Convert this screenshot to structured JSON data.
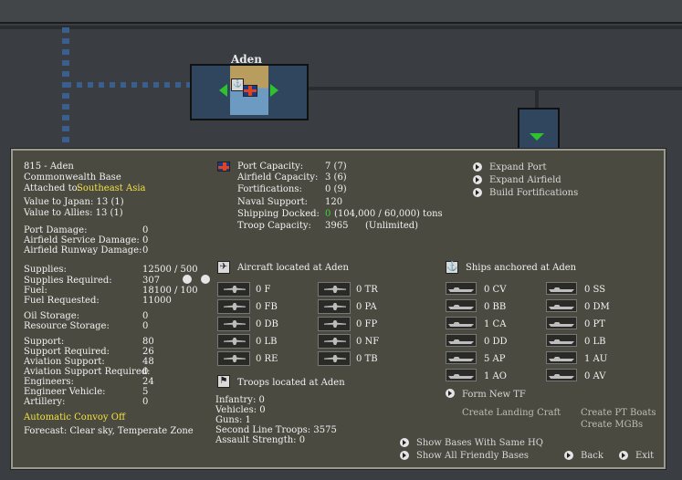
{
  "map": {
    "base_name": "Aden"
  },
  "base": {
    "id_name": "815 - Aden",
    "type": "Commonwealth Base",
    "attached_label": "Attached to:",
    "attached_value": "Southeast Asia",
    "value_japan": "Value to Japan: 13 (1)",
    "value_allies": "Value to Allies: 13 (1)"
  },
  "damage": [
    {
      "label": "Port Damage:",
      "value": "0"
    },
    {
      "label": "Airfield Service Damage:",
      "value": "0"
    },
    {
      "label": "Airfield Runway Damage:",
      "value": "0"
    }
  ],
  "supplies": [
    {
      "label": "Supplies:",
      "value": "12500 / 500"
    },
    {
      "label": "Supplies Required:",
      "value": "307"
    },
    {
      "label": "Fuel:",
      "value": "18100 / 100"
    },
    {
      "label": "Fuel Requested:",
      "value": "11000"
    }
  ],
  "storage": [
    {
      "label": "Oil Storage:",
      "value": "0"
    },
    {
      "label": "Resource Storage:",
      "value": "0"
    }
  ],
  "support": [
    {
      "label": "Support:",
      "value": "80"
    },
    {
      "label": "Support Required:",
      "value": "26"
    },
    {
      "label": "Aviation Support:",
      "value": "48"
    },
    {
      "label": "Aviation Support Required:",
      "value": "0"
    },
    {
      "label": "Engineers:",
      "value": "24"
    },
    {
      "label": "Engineer Vehicle:",
      "value": "5"
    },
    {
      "label": "Artillery:",
      "value": "0"
    }
  ],
  "convoy": "Automatic Convoy Off",
  "forecast": "Forecast: Clear sky, Temperate Zone",
  "capacity": {
    "port_label": "Port Capacity:",
    "port_value": "7 (7)",
    "airfield_label": "Airfield Capacity:",
    "airfield_value": "3 (6)",
    "fort_label": "Fortifications:",
    "fort_value": "0 (9)",
    "naval_label": "Naval Support:",
    "naval_value": "120",
    "shipping_label": "Shipping Docked:",
    "shipping_green": "0",
    "shipping_rest": "(104,000 / 60,000) tons",
    "troop_label": "Troop Capacity:",
    "troop_value": "3965",
    "troop_extra": "(Unlimited)"
  },
  "actions": {
    "expand_port": "Expand Port",
    "expand_airfield": "Expand Airfield",
    "build_forts": "Build Fortifications"
  },
  "aircraft": {
    "header": "Aircraft located at Aden",
    "left": [
      "0 F",
      "0 FB",
      "0 DB",
      "0 LB",
      "0 RE"
    ],
    "right": [
      "0 TR",
      "0 PA",
      "0 FP",
      "0 NF",
      "0 TB"
    ]
  },
  "ships": {
    "header": "Ships anchored at Aden",
    "left": [
      "0 CV",
      "0 BB",
      "1 CA",
      "0 DD",
      "5 AP",
      "1 AO"
    ],
    "right": [
      "0 SS",
      "0 DM",
      "0 PT",
      "0 LB",
      "1 AU",
      "0 AV"
    ],
    "form_tf": "Form New TF",
    "landing": "Create Landing Craft",
    "pt_boats": "Create PT Boats",
    "mgbs": "Create MGBs"
  },
  "troops": {
    "header": "Troops located at Aden",
    "lines": [
      "Infantry: 0",
      "Vehicles: 0",
      "Guns: 1",
      "Second Line Troops: 3575",
      "Assault Strength: 0"
    ]
  },
  "bottom": {
    "same_hq": "Show Bases With Same HQ",
    "all_friendly": "Show All Friendly Bases",
    "back": "Back",
    "exit": "Exit"
  }
}
